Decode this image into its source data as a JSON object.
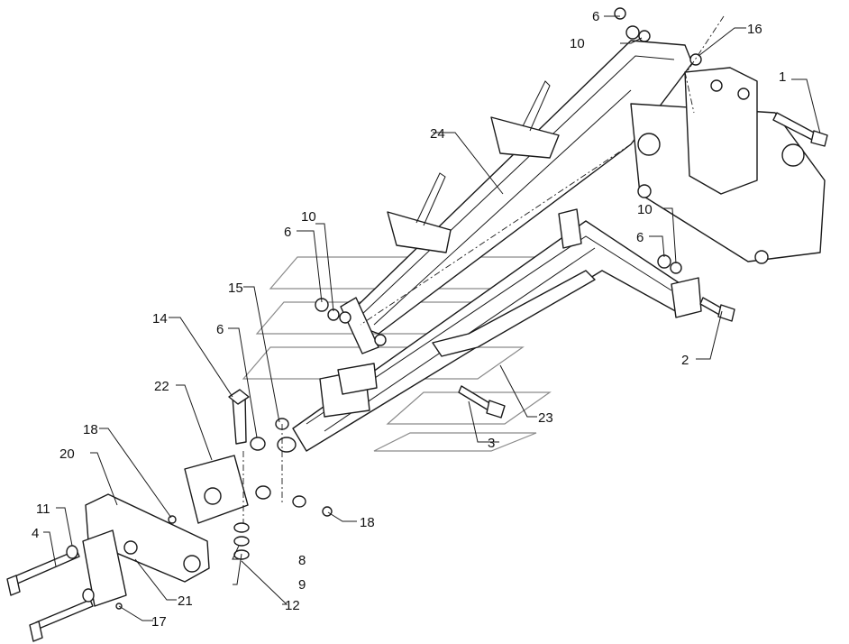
{
  "diagram": {
    "type": "exploded-parts-drawing",
    "callouts": [
      {
        "id": "c1",
        "label": "1"
      },
      {
        "id": "c2",
        "label": "2"
      },
      {
        "id": "c3",
        "label": "3"
      },
      {
        "id": "c4",
        "label": "4"
      },
      {
        "id": "c6a",
        "label": "6"
      },
      {
        "id": "c6b",
        "label": "6"
      },
      {
        "id": "c6c",
        "label": "6"
      },
      {
        "id": "c6d",
        "label": "6"
      },
      {
        "id": "c8",
        "label": "8"
      },
      {
        "id": "c9",
        "label": "9"
      },
      {
        "id": "c10a",
        "label": "10"
      },
      {
        "id": "c10b",
        "label": "10"
      },
      {
        "id": "c10c",
        "label": "10"
      },
      {
        "id": "c11",
        "label": "11"
      },
      {
        "id": "c12",
        "label": "12"
      },
      {
        "id": "c14",
        "label": "14"
      },
      {
        "id": "c15",
        "label": "15"
      },
      {
        "id": "c16",
        "label": "16"
      },
      {
        "id": "c17",
        "label": "17"
      },
      {
        "id": "c18a",
        "label": "18"
      },
      {
        "id": "c18b",
        "label": "18"
      },
      {
        "id": "c20",
        "label": "20"
      },
      {
        "id": "c21",
        "label": "21"
      },
      {
        "id": "c22",
        "label": "22"
      },
      {
        "id": "c23",
        "label": "23"
      },
      {
        "id": "c24",
        "label": "24"
      }
    ]
  }
}
